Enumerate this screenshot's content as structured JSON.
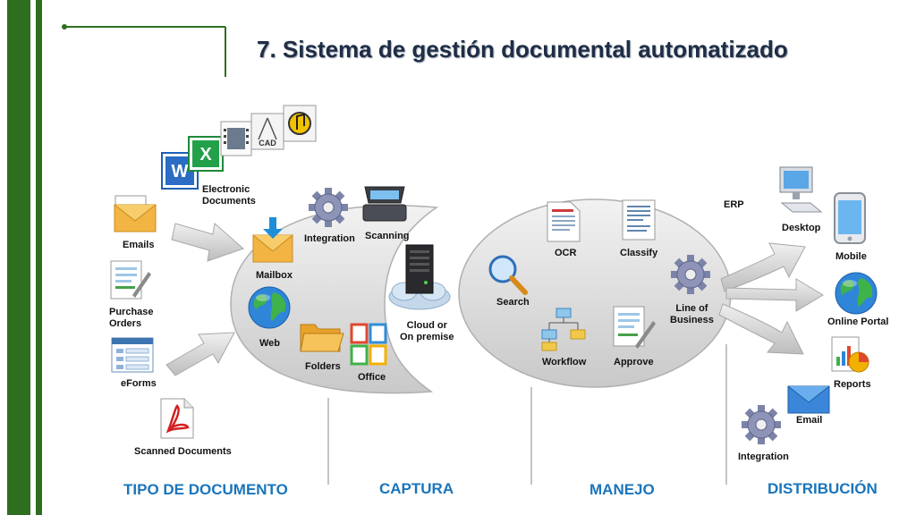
{
  "title": "7. Sistema de gestión documental automatizado",
  "colors": {
    "green_bar": "#2e6e1f",
    "title": "#1f2d45",
    "section": "#1a75bb"
  },
  "document_types": {
    "electronic_documents": "Electronic\nDocuments",
    "emails": "Emails",
    "purchase_orders": "Purchase\nOrders",
    "eforms": "eForms",
    "scanned_documents": "Scanned Documents"
  },
  "capture": {
    "mailbox": "Mailbox",
    "integration": "Integration",
    "scanning": "Scanning",
    "web": "Web",
    "folders": "Folders",
    "office": "Office",
    "cloud": "Cloud or\nOn premise"
  },
  "management": {
    "search": "Search",
    "ocr": "OCR",
    "classify": "Classify",
    "line_of_business": "Line of\nBusiness",
    "workflow": "Workflow",
    "approve": "Approve"
  },
  "distribution": {
    "erp": "ERP",
    "desktop": "Desktop",
    "mobile": "Mobile",
    "online_portal": "Online Portal",
    "reports": "Reports",
    "email": "Email",
    "integration": "Integration"
  },
  "icons": [
    "word-icon",
    "excel-icon",
    "film-icon",
    "cad-icon",
    "audio-icon",
    "envelope-icon",
    "purchase-order-icon",
    "eform-icon",
    "pdf-icon",
    "mailbox-icon",
    "gear-icon",
    "scanner-icon",
    "globe-icon",
    "folder-icon",
    "office-icon",
    "server-cloud-icon",
    "magnifier-icon",
    "ocr-document-icon",
    "classify-document-icon",
    "workflow-icon",
    "approve-document-icon",
    "desktop-computer-icon",
    "mobile-phone-icon",
    "reports-icon"
  ],
  "sections": {
    "tipo": "TIPO DE DOCUMENTO",
    "captura": "CAPTURA",
    "manejo": "MANEJO",
    "distribucion": "DISTRIBUCIÓN"
  }
}
